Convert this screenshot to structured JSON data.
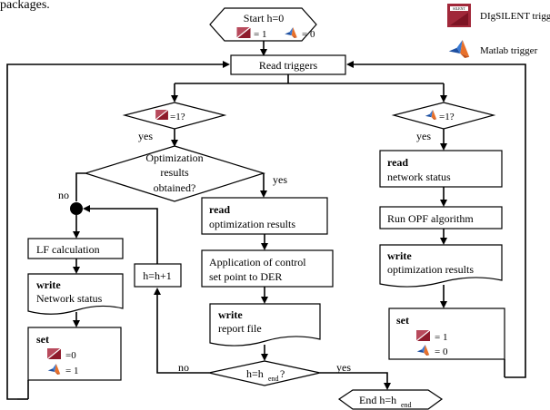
{
  "top_fragment": "packages.",
  "legend": {
    "digsilent_label": "DIgSILENT trigger",
    "matlab_label": "Matlab trigger",
    "digsilent_icon_text": "SILENT"
  },
  "start": {
    "line1": "Start h=0",
    "eq_a": "= 1",
    "eq_b": "= 0"
  },
  "read_triggers": "Read triggers",
  "left_decision": "=1?",
  "right_decision": "=1?",
  "yes": "yes",
  "no": "no",
  "optimization_decision": {
    "line1": "Optimization",
    "line2": "results",
    "line3": "obtained?"
  },
  "lf_calc": "LF calculation",
  "write_network": {
    "title": "write",
    "body": "Network status"
  },
  "set_left": {
    "title": "set",
    "eq_a": "=0",
    "eq_b": "= 1"
  },
  "h_increment": "h=h+1",
  "read_opt": {
    "title": "read",
    "body": "optimization results"
  },
  "apply_control": {
    "line1": "Application of control",
    "line2": "set point to DER"
  },
  "write_report": {
    "title": "write",
    "body": "report file"
  },
  "end_decision": {
    "lhs": "h=h",
    "sub": "end",
    "rhs": "?"
  },
  "end": {
    "text": "End h=h",
    "sub": "end"
  },
  "read_network": {
    "title": "read",
    "body": "network status"
  },
  "run_opf": "Run OPF algorithm",
  "write_opt": {
    "title": "write",
    "body": "optimization results"
  },
  "set_right": {
    "title": "set",
    "eq_a": "= 1",
    "eq_b": "= 0"
  },
  "colors": {
    "digsilent_red": "#9b1c2e",
    "matlab_blue": "#1d4fa0",
    "matlab_orange": "#e8702a"
  },
  "icons": [
    "digsilent-icon",
    "matlab-icon"
  ]
}
